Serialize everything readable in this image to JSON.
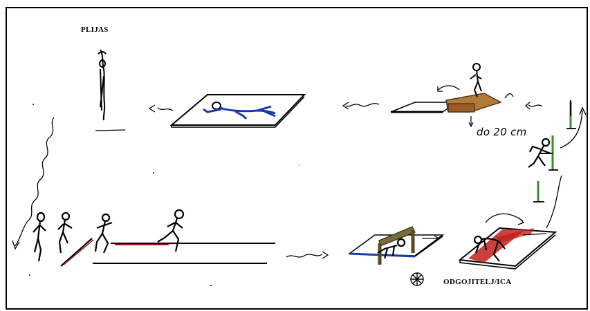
{
  "title": "PLIJAS",
  "teacher_label": "ODGOJITELJ/ICA",
  "height_note": "do 20 cm",
  "colors": {
    "outline": "#000000",
    "mat_fill": "#ffffff",
    "mat_blue": "#1b3aa6",
    "box_brown": "#9a5b2a",
    "hurdle_green": "#3b8b2a",
    "red_mat": "#c0211c",
    "wood": "#7a6a3a"
  },
  "icons": [
    "figure-diving",
    "figure-lying",
    "figure-jumping",
    "figure-running",
    "figure-crawling",
    "figure-rolling",
    "teacher-symbol",
    "arrows"
  ]
}
